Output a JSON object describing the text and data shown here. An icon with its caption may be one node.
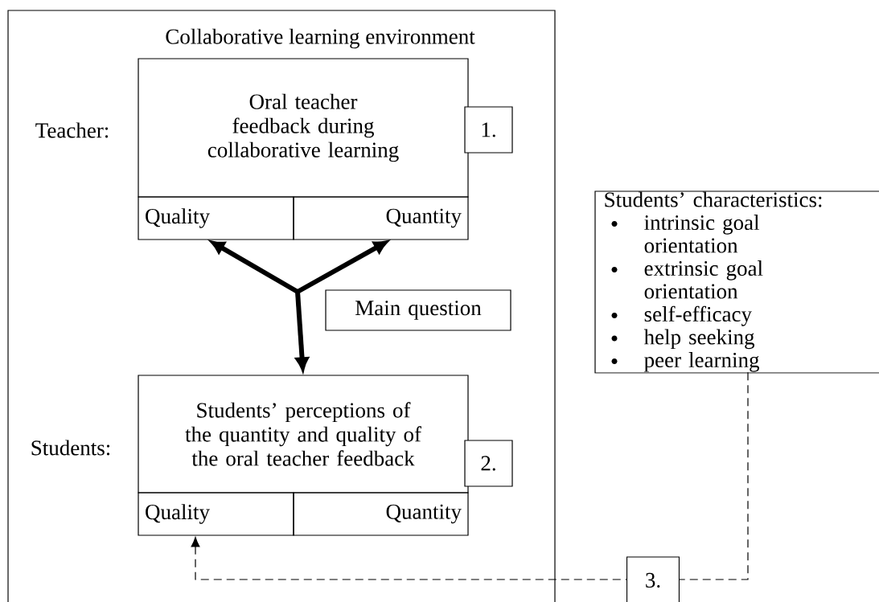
{
  "diagram": {
    "nodes": [
      {
        "text": [
          "Collaborative learning environment"
        ]
      },
      {
        "text": [
          "Oral teacher feedback during collaborative learning"
        ],
        "in": 0
      },
      {
        "text": [
          "Quality"
        ],
        "in": 0
      },
      {
        "text": [
          "Quantity"
        ],
        "in": 0
      },
      {
        "text": [
          "1."
        ],
        "in": 0
      },
      {
        "text": [
          "Main question"
        ],
        "in": 0
      },
      {
        "text": [
          "Students’ perceptions of the quantity and quality of the oral teacher feedback"
        ],
        "in": 0
      },
      {
        "text": [
          "Quality"
        ],
        "in": 0
      },
      {
        "text": [
          "Quantity"
        ],
        "in": 0
      },
      {
        "text": [
          "2."
        ],
        "in": 0
      },
      {
        "text": [
          "Students’ characteristics:",
          "intrinsic goal orientation",
          "extrinsic goal orientation",
          "self-efficacy",
          "help seeking",
          "peer learning"
        ]
      }
    ],
    "edges": [
      {
        "from": null,
        "to": 2,
        "arrow": "to"
      },
      {
        "from": null,
        "to": 3,
        "arrow": "to"
      },
      {
        "from": null,
        "to": 6,
        "arrow": "to"
      },
      {
        "from": 10,
        "to": 7,
        "arrow": "to",
        "style": "dashed",
        "label": "3."
      }
    ],
    "labels": [
      "Teacher:",
      "Students:"
    ]
  }
}
